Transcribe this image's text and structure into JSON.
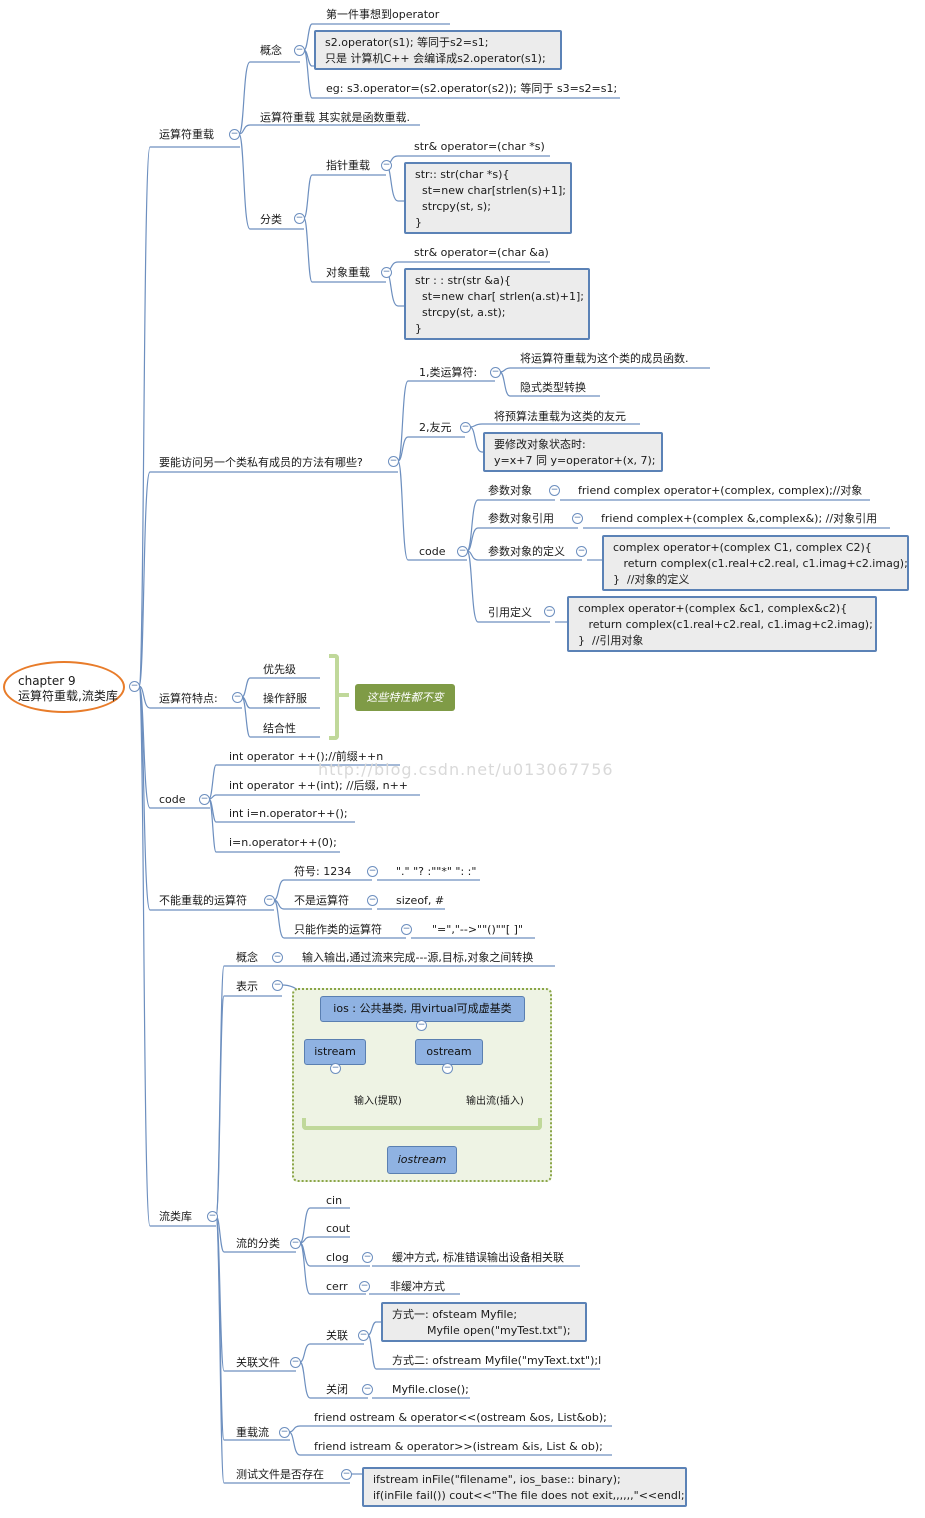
{
  "root": {
    "line1": "chapter 9",
    "line2": "运算符重载,流类库"
  },
  "watermark": "http://blog.csdn.net/u013067756",
  "b1": {
    "label": "运算符重载",
    "concept": "概念",
    "c1": "第一件事想到operator",
    "c2": "s2.operator(s1); 等同于s2=s1;\n只是 计算机C++ 会编译成s2.operator(s1);",
    "c3": "eg: s3.operator=(s2.operator(s2)); 等同于 s3=s2=s1;",
    "essence": "运算符重载 其实就是函数重载.",
    "cls": "分类",
    "ptr": "指针重载",
    "ptr_sig": "str& operator=(char *s)",
    "ptr_code": "str:: str(char *s){\n  st=new char[strlen(s)+1];\n  strcpy(st, s);\n}",
    "obj": "对象重载",
    "obj_sig": "str& operator=(char &a)",
    "obj_code": "str : : str(str &a){\n  st=new char[ strlen(a.st)+1];\n  strcpy(st, a.st);\n}"
  },
  "b2": {
    "label": "要能访问另一个类私有成员的方法有哪些?",
    "m1": "1,类运算符:",
    "m1a": "将运算符重载为这个类的成员函数.",
    "m1b": "隐式类型转换",
    "m2": "2,友元",
    "m2a": "将预算法重载为这类的友元",
    "m2b": "要修改对象状态时:\ny=x+7 同 y=operator+(x, 7);",
    "code": "code",
    "k1": "参数对象",
    "k1v": "friend complex operator+(complex, complex);//对象",
    "k2": "参数对象引用",
    "k2v": "friend complex+(complex &,complex&); //对象引用",
    "k3": "参数对象的定义",
    "k3v": "complex operator+(complex C1, complex C2){\n   return complex(c1.real+c2.real, c1.imag+c2.imag);\n}  //对象的定义",
    "k4": "引用定义",
    "k4v": "complex operator+(complex &c1, complex&c2){\n   return complex(c1.real+c2.real, c1.imag+c2.imag);\n}  //引用对象"
  },
  "b3": {
    "label": "运算符特点:",
    "f1": "优先级",
    "f2": "操作舒服",
    "f3": "结合性",
    "note": "这些特性都不变"
  },
  "b4": {
    "label": "code",
    "l1": "int operator ++();//前缀++n",
    "l2": "int operator ++(int); //后缀, n++",
    "l3": "int i=n.operator++();",
    "l4": "i=n.operator++(0);"
  },
  "b5": {
    "label": "不能重载的运算符",
    "s1": "符号: 1234",
    "s1v": "\".\" \"? :\"\"*\" \": :\"",
    "s2": "不是运算符",
    "s2v": "sizeof, #",
    "s3": "只能作类的运算符",
    "s3v": "\"=\",\"-->\"\"()\"\"[ ]\""
  },
  "b6": {
    "label": "流类库",
    "concept": "概念",
    "concept_v": "输入输出,通过流来完成---源,目标,对象之间转换",
    "repr": "表示",
    "ios": "ios : 公共基类, 用virtual可成虚基类",
    "istream": "istream",
    "ostream": "ostream",
    "in_note": "输入(提取)",
    "out_note": "输出流(插入)",
    "iostream": "iostream",
    "cls": "流的分类",
    "cin": "cin",
    "cout": "cout",
    "clog": "clog",
    "clog_v": "缓冲方式, 标准错误输出设备相关联",
    "cerr": "cerr",
    "cerr_v": "非缓冲方式",
    "file": "关联文件",
    "assoc": "关联",
    "way1": "方式一: ofsteam Myfile;\n          Myfile open(\"myTest.txt\");",
    "way2": "方式二: ofstream Myfile(\"myText.txt\");l",
    "close": "关闭",
    "close_v": "Myfile.close();",
    "ovl": "重载流",
    "ovl1": "friend ostream & operator<<(ostream &os, List&ob);",
    "ovl2": "friend istream & operator>>(istream &is, List & ob);",
    "test": "测试文件是否存在",
    "test_v": "ifstream inFile(\"filename\", ios_base:: binary);\nif(inFile fail()) cout<<\"The file does not exit,,,,,,\"<<endl;"
  }
}
